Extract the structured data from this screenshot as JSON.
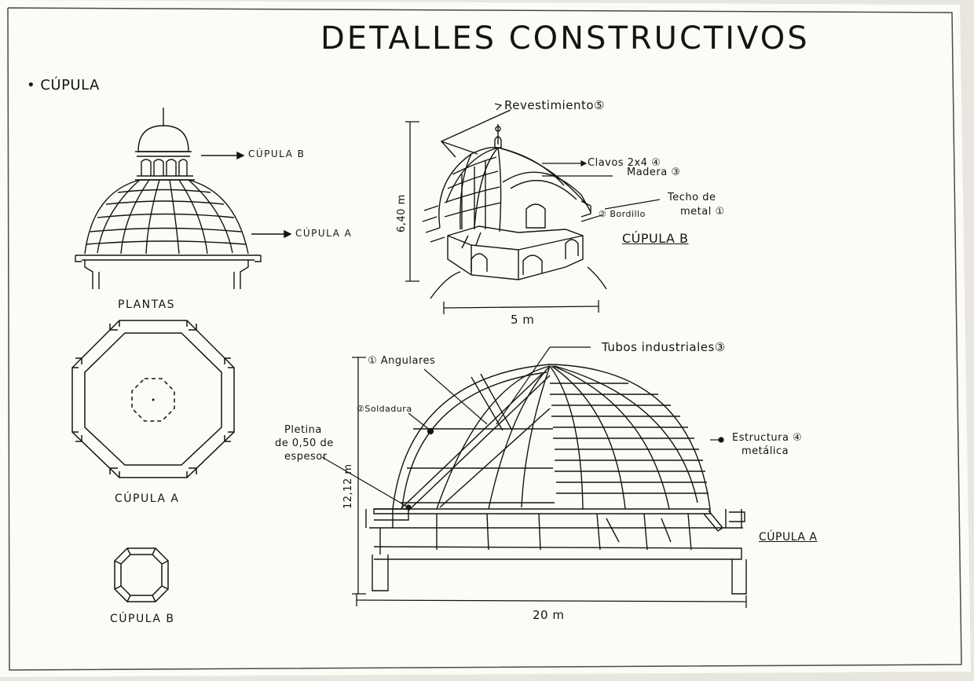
{
  "title": "DETALLES CONSTRUCTIVOS",
  "section": "• CÚPULA",
  "elevation_left": {
    "callout_b": "CÚPULA B",
    "callout_a": "CÚPULA A"
  },
  "plans": {
    "heading": "PLANTAS",
    "caption_a": "CÚPULA A",
    "caption_b": "CÚPULA B"
  },
  "dome_b_detail": {
    "revestimiento": "Revestimiento⑤",
    "clavos": "Clavos 2x4 ④",
    "madera": "Madera ③",
    "techo_1": "Techo de",
    "techo_2": "metal ①",
    "bordillo": "② Bordillo",
    "name": "CÚPULA B",
    "height": "6,40 m",
    "width": "5 m"
  },
  "dome_a_detail": {
    "tubos": "Tubos industriales③",
    "angulares": "① Angulares",
    "soldadura": "②Soldadura",
    "pletina_1": "Pletina",
    "pletina_2": "de 0,50 de",
    "pletina_3": "espesor",
    "estructura_1": "Estructura ④",
    "estructura_2": "metálica",
    "name": "CÚPULA A",
    "height": "12,12 m",
    "width": "20 m"
  },
  "colors": {
    "paper": "#fbfbf7",
    "ink": "#141414",
    "frame": "#4a4a48"
  }
}
